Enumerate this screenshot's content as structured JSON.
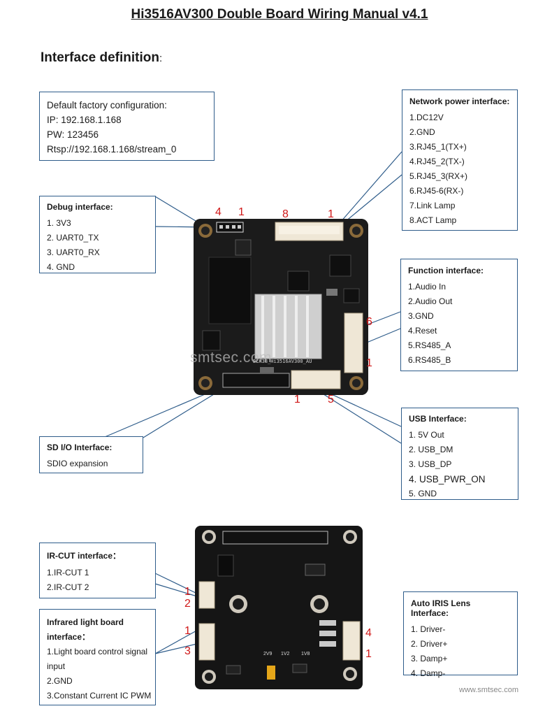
{
  "title": "Hi3516AV300 Double Board Wiring Manual v4.1",
  "section": "Interface definition",
  "section_colon": ":",
  "watermark": "smtsec.com",
  "footer": "www.smtsec.com",
  "default_config": {
    "lines": [
      "Default factory configuration:",
      "IP: 192.168.1.168",
      "PW: 123456",
      "Rtsp://192.168.1.168/stream_0"
    ]
  },
  "debug": {
    "title": "Debug interface:",
    "lines": [
      "1. 3V3",
      "2. UART0_TX",
      "3. UART0_RX",
      "4. GND"
    ]
  },
  "network": {
    "title": "Network power interface:",
    "lines": [
      "1.DC12V",
      "2.GND",
      "3.RJ45_1(TX+)",
      "4.RJ45_2(TX-)",
      "5.RJ45_3(RX+)",
      "6.RJ45-6(RX-)",
      "7.Link Lamp",
      "8.ACT Lamp"
    ]
  },
  "function": {
    "title": "Function interface:",
    "lines": [
      "1.Audio In",
      "2.Audio Out",
      "3.GND",
      "4.Reset",
      "5.RS485_A",
      "6.RS485_B"
    ]
  },
  "sd": {
    "title": "SD I/O Interface:",
    "lines": [
      "SDIO expansion"
    ]
  },
  "usb": {
    "title": "USB Interface:",
    "lines": [
      "1. 5V Out",
      "2. USB_DM",
      "3. USB_DP",
      "4. USB_PWR_ON",
      "5. GND"
    ]
  },
  "ircut": {
    "title": "IR-CUT interface：",
    "lines": [
      "1.IR-CUT 1",
      "2.IR-CUT 2"
    ]
  },
  "infrared": {
    "title_line1": "Infrared light board",
    "title_line2": "interface：",
    "lines": [
      "1.Light board control signal",
      "input",
      "2.GND",
      "3.Constant Current IC PWM"
    ]
  },
  "iris": {
    "title": "Auto IRIS Lens Interface:",
    "lines": [
      "1. Driver-",
      "2. Driver+",
      "3. Damp+",
      "4. Damp-"
    ]
  },
  "pins": {
    "debug_4": "4",
    "debug_1": "1",
    "net_8": "8",
    "net_1": "1",
    "func_6": "6",
    "func_1": "1",
    "usb_1": "1",
    "usb_5": "5",
    "ir_1": "1",
    "ir_2": "2",
    "inf_1": "1",
    "inf_3": "3",
    "iris_4": "4",
    "iris_1": "1"
  },
  "silkscreen": {
    "board_label": "BLK38_Hi3516AV300_AU",
    "l1": "2V9",
    "l2": "1V2",
    "l3": "1V8"
  }
}
